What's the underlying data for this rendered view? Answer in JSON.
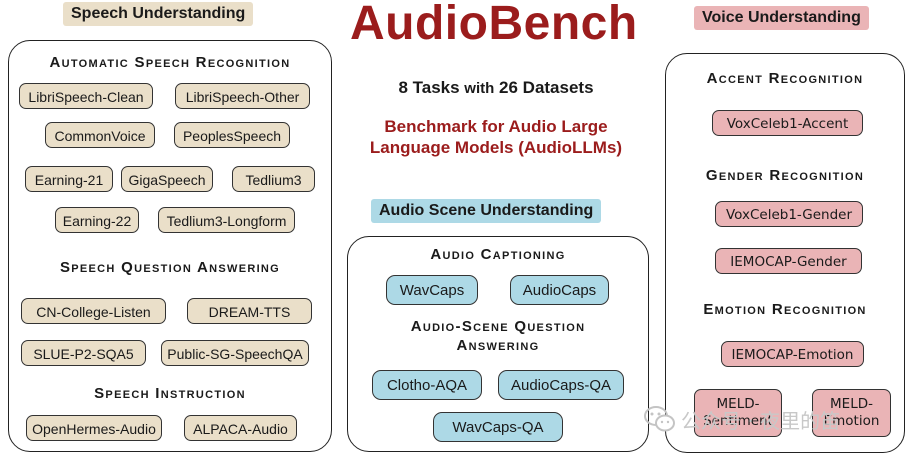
{
  "title": "AudioBench",
  "summary": {
    "count": "8 Tasks",
    "with": "with",
    "datasets": "26 Datasets",
    "tagline_line1": "Benchmark for Audio Large",
    "tagline_line2": "Language Models (AudioLLMs)"
  },
  "speech": {
    "label": "Speech Understanding",
    "asr_title": "Automatic Speech Recognition",
    "asr": [
      "LibriSpeech-Clean",
      "LibriSpeech-Other",
      "CommonVoice",
      "PeoplesSpeech",
      "Earning-21",
      "GigaSpeech",
      "Tedlium3",
      "Earning-22",
      "Tedlium3-Longform"
    ],
    "sqa_title": "Speech Question Answering",
    "sqa": [
      "CN-College-Listen",
      "DREAM-TTS",
      "SLUE-P2-SQA5",
      "Public-SG-SpeechQA"
    ],
    "si_title": "Speech Instruction",
    "si": [
      "OpenHermes-Audio",
      "ALPACA-Audio"
    ]
  },
  "scene": {
    "label": "Audio Scene Understanding",
    "cap_title": "Audio Captioning",
    "cap": [
      "WavCaps",
      "AudioCaps"
    ],
    "qa_title_1": "Audio-Scene Question",
    "qa_title_2": "Answering",
    "qa": [
      "Clotho-AQA",
      "AudioCaps-QA",
      "WavCaps-QA"
    ]
  },
  "voice": {
    "label": "Voice Understanding",
    "accent_title": "Accent Recognition",
    "accent": [
      "VoxCeleb1-Accent"
    ],
    "gender_title": "Gender Recognition",
    "gender": [
      "VoxCeleb1-Gender",
      "IEMOCAP-Gender"
    ],
    "emotion_title": "Emotion Recognition",
    "emotion": [
      "IEMOCAP-Emotion"
    ],
    "meld_sent_1": "MELD-",
    "meld_sent_2": "Sentiment",
    "meld_emo_1": "MELD-",
    "meld_emo_2": "Emotion"
  },
  "watermark": "公众号 · 夜里的笛",
  "colors": {
    "title": "#9b1c1c",
    "speech": "#eadfc9",
    "scene": "#add9e6",
    "voice": "#eab4b6"
  }
}
